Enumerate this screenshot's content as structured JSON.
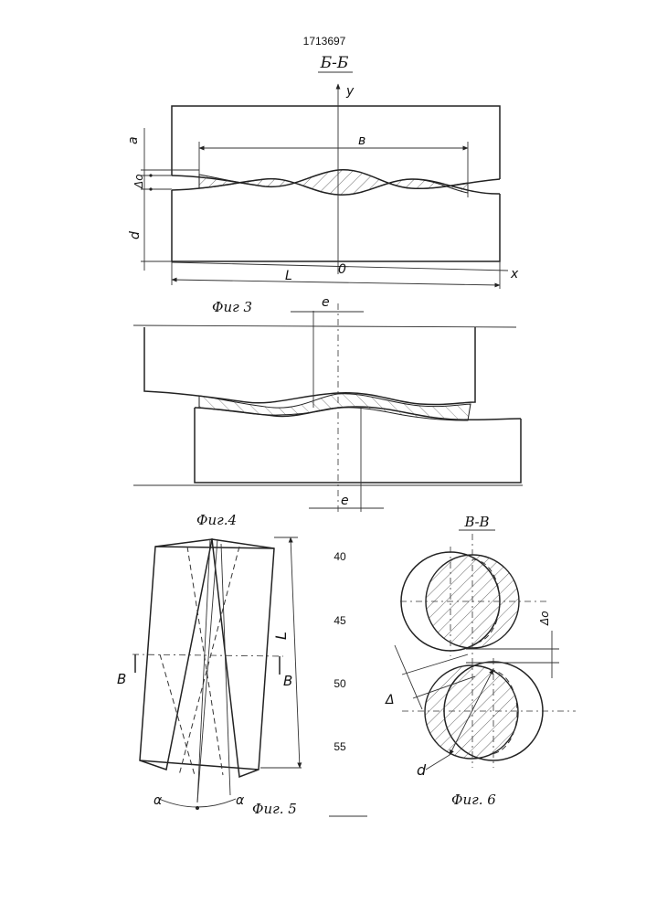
{
  "header": {
    "patent_number": "1713697",
    "section_bb": "Б-Б"
  },
  "fig3": {
    "caption": "Фиг 3",
    "labels": {
      "a": "a",
      "b": "в",
      "delta0": "Δо",
      "d": "d",
      "L": "L",
      "origin": "0",
      "x_axis": "x",
      "y_axis": "y"
    }
  },
  "fig4": {
    "caption": "Фиг.4",
    "labels": {
      "e_top": "e",
      "e_bottom": "e"
    }
  },
  "fig5": {
    "caption": "Фиг. 5",
    "labels": {
      "L": "L",
      "section_left": "B",
      "section_right": "B",
      "alpha_left": "α",
      "alpha_right": "α"
    }
  },
  "line_numbers": [
    "40",
    "45",
    "50",
    "55"
  ],
  "fig6": {
    "section_title": "В-В",
    "caption": "Фиг. 6",
    "labels": {
      "delta0": "Δо",
      "delta": "Δ",
      "d": "d"
    }
  }
}
